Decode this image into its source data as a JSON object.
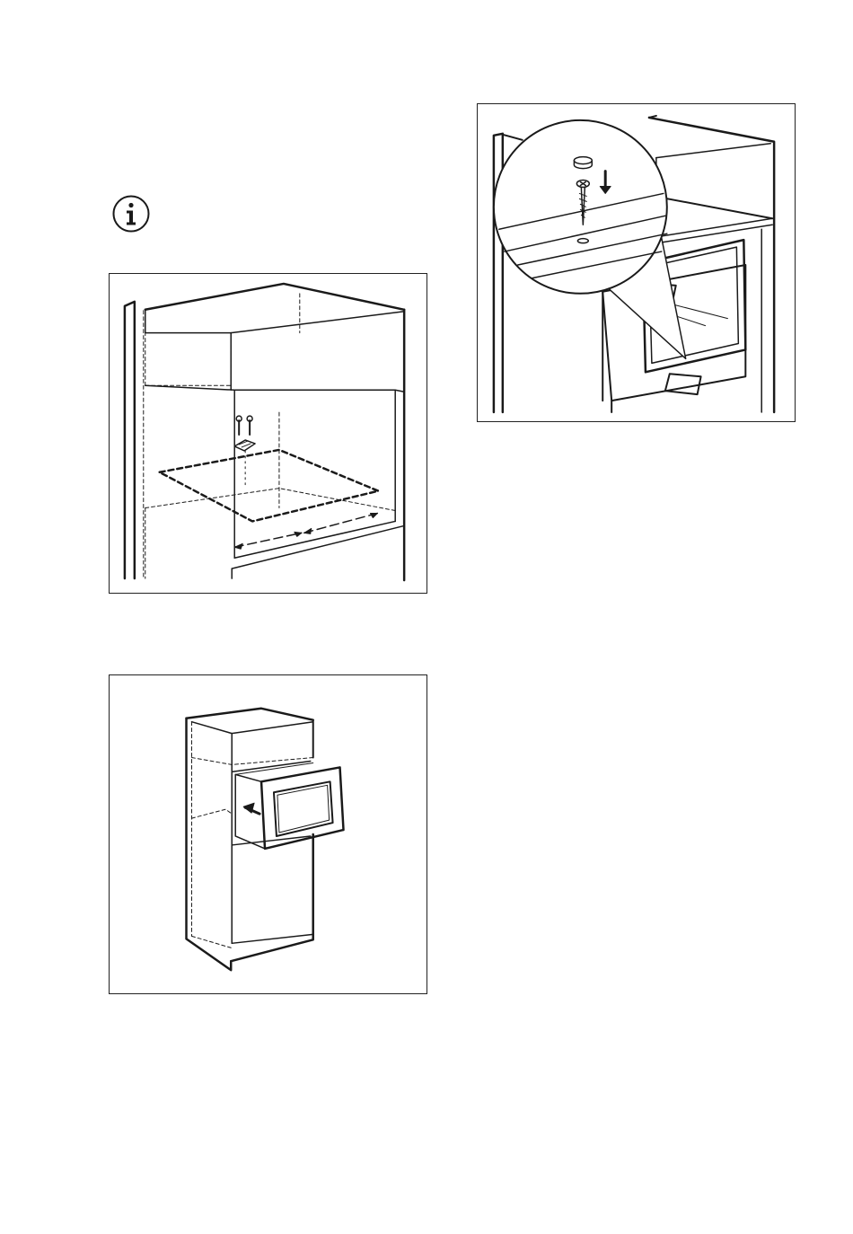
{
  "page": {
    "background": "#ffffff",
    "line_color": "#1a1a1a",
    "icons": [
      "info-icon",
      "cabinet-floor-fixing-illustration",
      "appliance-insertion-illustration",
      "screw-fixing-detail-illustration"
    ]
  }
}
